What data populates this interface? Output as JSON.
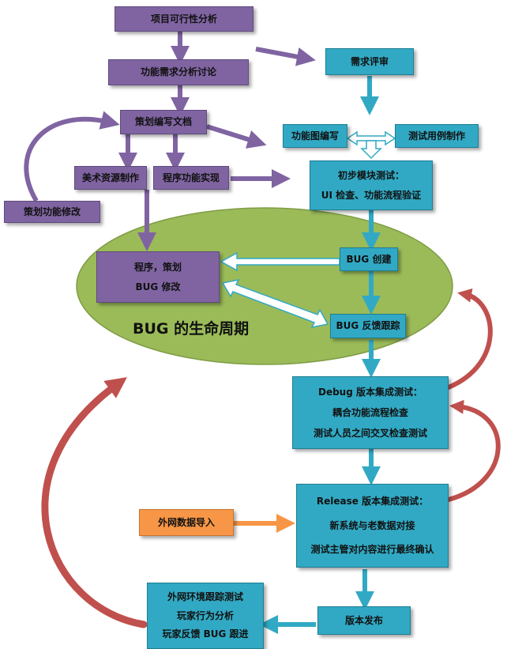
{
  "nodes": {
    "feasibility": "项目可行性分析",
    "req_discussion": "功能需求分析讨论",
    "req_review": "需求评审",
    "plan_doc": "策划编写文档",
    "func_diagram": "功能图编写",
    "test_cases": "测试用例制作",
    "art_assets": "美术资源制作",
    "program_impl": "程序功能实现",
    "plan_modify": "策划功能修改",
    "initial_test": [
      "初步模块测试：",
      "UI 检查、功能流程验证"
    ],
    "dev_fix": [
      "程序，策划",
      "BUG 修改"
    ],
    "bug_create": "BUG 创建",
    "bug_track": "BUG 反馈跟踪",
    "debug_test": [
      "Debug 版本集成测试：",
      "耦合功能流程检查",
      "测试人员之间交叉检查测试"
    ],
    "release_test": [
      "Release 版本集成测试：",
      "新系统与老数据对接",
      "测试主管对内容进行最终确认"
    ],
    "external_import": "外网数据导入",
    "release": "版本发布",
    "external_track": [
      "外网环境跟踪测试",
      "玩家行为分析",
      "玩家反馈 BUG 跟进"
    ]
  },
  "ellipse_label": "BUG 的生命周期",
  "colors": {
    "purple": "#8064a2",
    "teal": "#31a9c4",
    "orange": "#f79646",
    "ellipse": "#9bbb59",
    "red_arrow": "#c0504d"
  }
}
